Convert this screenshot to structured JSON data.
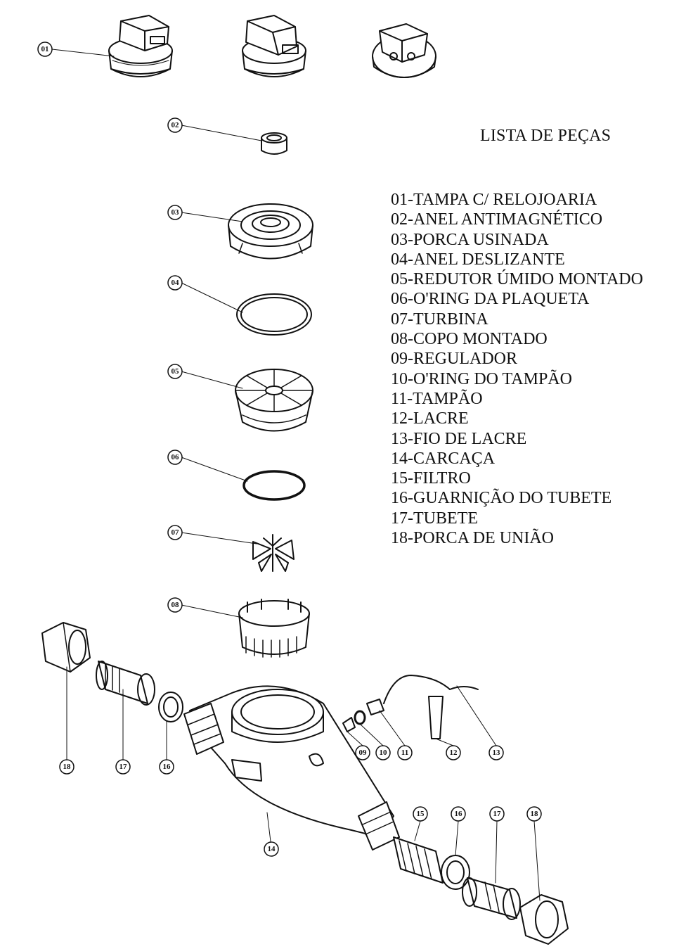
{
  "parts_list": {
    "title": "LISTA DE PEÇAS",
    "items": [
      "01-TAMPA C/ RELOJOARIA",
      "02-ANEL ANTIMAGNÉTICO",
      "03-PORCA USINADA",
      "04-ANEL DESLIZANTE",
      "05-REDUTOR ÚMIDO MONTADO",
      "06-O'RING DA PLAQUETA",
      "07-TURBINA",
      "08-COPO MONTADO",
      "09-REGULADOR",
      "10-O'RING DO TAMPÃO",
      "11-TAMPÃO",
      "12-LACRE",
      "13-FIO DE LACRE",
      "14-CARCAÇA",
      "15-FILTRO",
      "16-GUARNIÇÃO DO TUBETE",
      "17-TUBETE",
      "18-PORCA DE UNIÃO"
    ]
  },
  "callouts": [
    "01",
    "02",
    "03",
    "04",
    "05",
    "06",
    "07",
    "08",
    "18",
    "17",
    "16",
    "09",
    "10",
    "11",
    "12",
    "13",
    "14",
    "15",
    "16",
    "17",
    "18"
  ]
}
